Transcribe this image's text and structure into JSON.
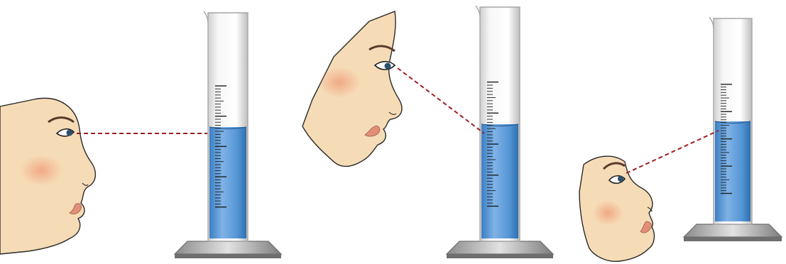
{
  "colors": {
    "skin": "#f6dcb6",
    "skin_shadow": "#e8bf92",
    "blush": "#f0a07e",
    "lips": "#e38f78",
    "iris": "#2f4f6f",
    "liquid": "#4a8ed0",
    "liquid_light": "#7fb2e6",
    "glass": "#f3f3f3",
    "glass_edge": "#a6a6a6",
    "base": "#b9b9b9",
    "base_dark": "#6e6e6e",
    "sightline": "#9e1f24",
    "ink": "#1f1f1f"
  },
  "cylinders": [
    {
      "id": "cylinder-1",
      "fill_fraction": 0.5,
      "scale_marks": [
        "",
        "",
        "",
        "",
        ""
      ]
    },
    {
      "id": "cylinder-2",
      "fill_fraction": 0.5,
      "scale_marks": [
        "",
        "",
        "",
        "",
        ""
      ]
    },
    {
      "id": "cylinder-3",
      "fill_fraction": 0.5,
      "scale_marks": [
        "",
        "",
        "",
        "",
        ""
      ]
    }
  ],
  "viewers": [
    {
      "id": "viewer-level",
      "direction": "level"
    },
    {
      "id": "viewer-above",
      "direction": "from-above"
    },
    {
      "id": "viewer-below",
      "direction": "from-below"
    }
  ]
}
